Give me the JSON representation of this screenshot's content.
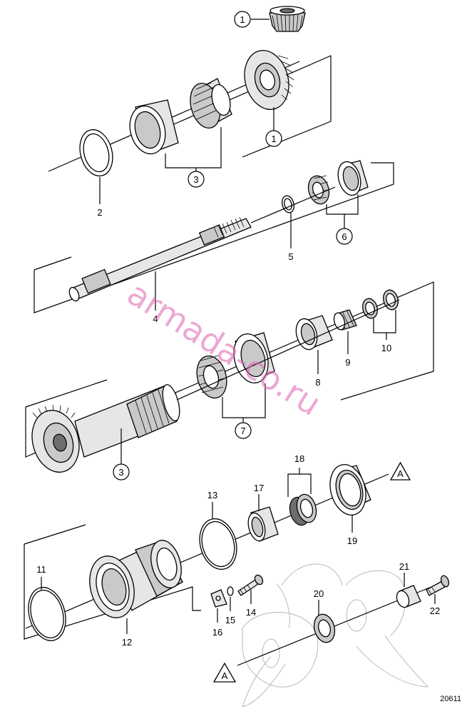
{
  "watermark": "armada-co.ru",
  "figure_number": "20611",
  "reference_mark": "A",
  "part_labels": {
    "p1a": "1",
    "p1b": "1",
    "p2": "2",
    "p3a": "3",
    "p3b": "3",
    "p4": "4",
    "p5": "5",
    "p6": "6",
    "p7": "7",
    "p8": "8",
    "p9": "9",
    "p10": "10",
    "p11": "11",
    "p12": "12",
    "p13": "13",
    "p14": "14",
    "p15": "15",
    "p16": "16",
    "p17": "17",
    "p18": "18",
    "p19": "19",
    "p20": "20",
    "p21": "21",
    "p22": "22"
  }
}
